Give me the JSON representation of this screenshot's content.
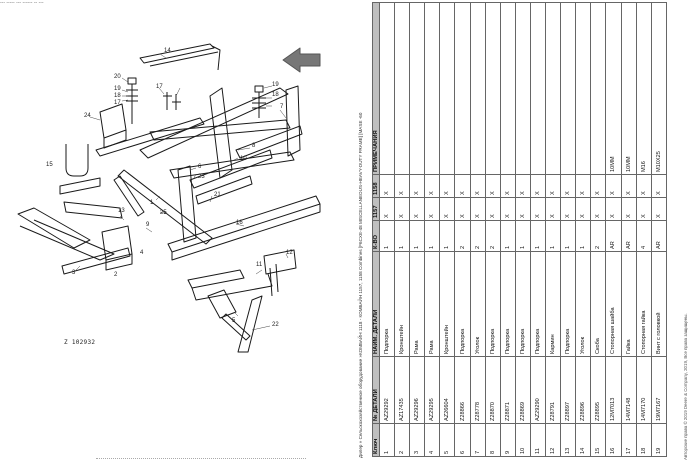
{
  "document": {
    "top_scrap_text": "--- ----- --- ------ -- ---",
    "header_text": "Дилер » Сельскохозяйственное оборудование »КОМБАЙН 1118 - КОМБАЙН 1157, 1158 Combines [F6CXЕ-48 MISCELLANEOUS-HEAVY-DUTY FRAME] [MASE -60",
    "footer_text": "Авторские права © 2019 Deere & Company, 2019, Все права защищены.",
    "drawing_code": "Z 102932"
  },
  "diagram": {
    "callouts": [
      "14",
      "20",
      "19",
      "18",
      "17",
      "17",
      "19",
      "18",
      "24",
      "15",
      "7",
      "8",
      "10",
      "6",
      "23",
      "21",
      "1",
      "16",
      "13",
      "25",
      "9",
      "2",
      "3",
      "4",
      "12",
      "11",
      "5",
      "22"
    ]
  },
  "table": {
    "headers": {
      "key": "Ключ",
      "part_no": "№ ДЕТАЛИ",
      "name": "НАИМ. ДЕТАЛИ",
      "qty": "К-ВО",
      "m1157": "1157",
      "m1158": "1158",
      "notes": "ПРИМЕЧАНИЯ"
    },
    "rows": [
      {
        "key": "1",
        "part_no": "AZ29292",
        "name": "Подпорка",
        "qty": "1",
        "m1157": "X",
        "m1158": "X",
        "notes": ""
      },
      {
        "key": "2",
        "part_no": "AZ17435",
        "name": "Кронштейн",
        "qty": "1",
        "m1157": "X",
        "m1158": "X",
        "notes": ""
      },
      {
        "key": "3",
        "part_no": "AZ29296",
        "name": "Рама",
        "qty": "1",
        "m1157": "X",
        "m1158": "X",
        "notes": ""
      },
      {
        "key": "4",
        "part_no": "AZ29295",
        "name": "Рама",
        "qty": "1",
        "m1157": "X",
        "m1158": "X",
        "notes": ""
      },
      {
        "key": "5",
        "part_no": "AZ26604",
        "name": "Кронштейн",
        "qty": "1",
        "m1157": "X",
        "m1158": "X",
        "notes": ""
      },
      {
        "key": "6",
        "part_no": "Z28866",
        "name": "Подпорка",
        "qty": "2",
        "m1157": "X",
        "m1158": "X",
        "notes": ""
      },
      {
        "key": "7",
        "part_no": "Z28778",
        "name": "Уголок",
        "qty": "2",
        "m1157": "X",
        "m1158": "X",
        "notes": ""
      },
      {
        "key": "8",
        "part_no": "Z28870",
        "name": "Подпорка",
        "qty": "2",
        "m1157": "X",
        "m1158": "X",
        "notes": ""
      },
      {
        "key": "9",
        "part_no": "Z28871",
        "name": "Подпорка",
        "qty": "1",
        "m1157": "X",
        "m1158": "X",
        "notes": ""
      },
      {
        "key": "10",
        "part_no": "Z28869",
        "name": "Подпорка",
        "qty": "1",
        "m1157": "X",
        "m1158": "X",
        "notes": ""
      },
      {
        "key": "11",
        "part_no": "AZ29290",
        "name": "Подпорка",
        "qty": "1",
        "m1157": "X",
        "m1158": "X",
        "notes": ""
      },
      {
        "key": "12",
        "part_no": "Z28791",
        "name": "Кармин",
        "qty": "1",
        "m1157": "X",
        "m1158": "X",
        "notes": ""
      },
      {
        "key": "13",
        "part_no": "Z28897",
        "name": "Подпорка",
        "qty": "1",
        "m1157": "X",
        "m1158": "X",
        "notes": ""
      },
      {
        "key": "14",
        "part_no": "Z28896",
        "name": "Уголок",
        "qty": "1",
        "m1157": "X",
        "m1158": "X",
        "notes": ""
      },
      {
        "key": "15",
        "part_no": "Z28895",
        "name": "Скоба",
        "qty": "2",
        "m1157": "X",
        "m1158": "X",
        "notes": ""
      },
      {
        "key": "16",
        "part_no": "12M7013",
        "name": "Стопорная шайба",
        "qty": "AR",
        "m1157": "X",
        "m1158": "X",
        "notes": "10MM"
      },
      {
        "key": "17",
        "part_no": "14M7148",
        "name": "Гайка",
        "qty": "AR",
        "m1157": "X",
        "m1158": "X",
        "notes": "10MM"
      },
      {
        "key": "18",
        "part_no": "14M7170",
        "name": "Стопорная гайка",
        "qty": "4",
        "m1157": "X",
        "m1158": "X",
        "notes": "M16"
      },
      {
        "key": "19",
        "part_no": "19M7167",
        "name": "Винт с головкой",
        "qty": "AR",
        "m1157": "X",
        "m1158": "X",
        "notes": "M10X25"
      }
    ]
  }
}
